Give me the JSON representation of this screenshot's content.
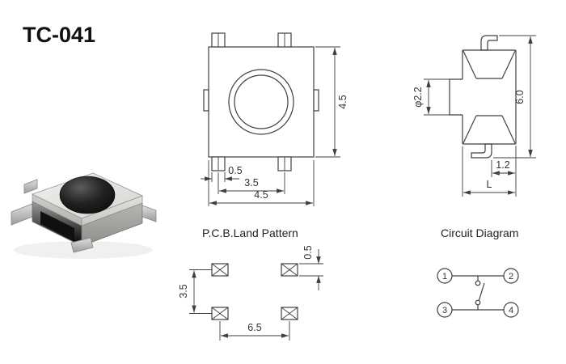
{
  "title": "TC-041",
  "colors": {
    "line": "#3f3f3f",
    "text": "#333333",
    "button": "#1a1a1a",
    "background": "#ffffff"
  },
  "top_view": {
    "dim_height": "4.5",
    "dim_pin_width": "0.5",
    "dim_pin_pitch": "3.5",
    "dim_width": "4.5"
  },
  "side_view": {
    "dim_stem_diameter": "φ2.2",
    "dim_total_height": "6.0",
    "dim_lead_offset": "1.2",
    "dim_length": "L"
  },
  "pcb_pattern": {
    "label": "P.C.B.Land Pattern",
    "dim_pad_height": "0.5",
    "dim_row_pitch": "3.5",
    "dim_col_pitch": "6.5"
  },
  "circuit": {
    "label": "Circuit Diagram",
    "terminals": [
      "1",
      "2",
      "3",
      "4"
    ]
  }
}
